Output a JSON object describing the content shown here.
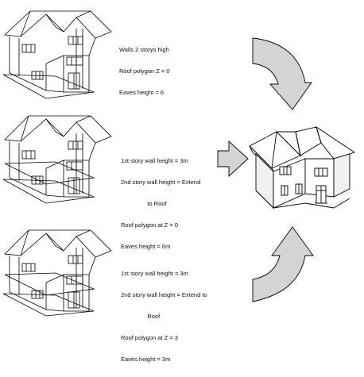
{
  "panels": [
    {
      "id": "walls-2-storys",
      "lines": [
        "Walls 2 storys high",
        "Roof polygon Z = 0",
        "Eaves height = 6"
      ]
    },
    {
      "id": "split-z0",
      "lines": [
        "1st story wall height = 3m",
        "2nd story wall height = Extend",
        "                to Roof",
        "Roof polygon at Z = 0",
        "Eaves height = 6m"
      ]
    },
    {
      "id": "split-z3",
      "lines": [
        "1st story wall height = 3m",
        "2nd story wall height = Extend to",
        "                Roof",
        "Roof polygon at Z = 3",
        "Eaves height = 3m"
      ]
    }
  ],
  "icons": {
    "arrow_top": "curved-arrow-down-icon",
    "arrow_mid": "block-arrow-right-icon",
    "arrow_bottom": "curved-arrow-up-icon"
  },
  "colors": {
    "arrow_fill": "#d4d4d4",
    "line": "#000000",
    "background": "#ffffff"
  }
}
